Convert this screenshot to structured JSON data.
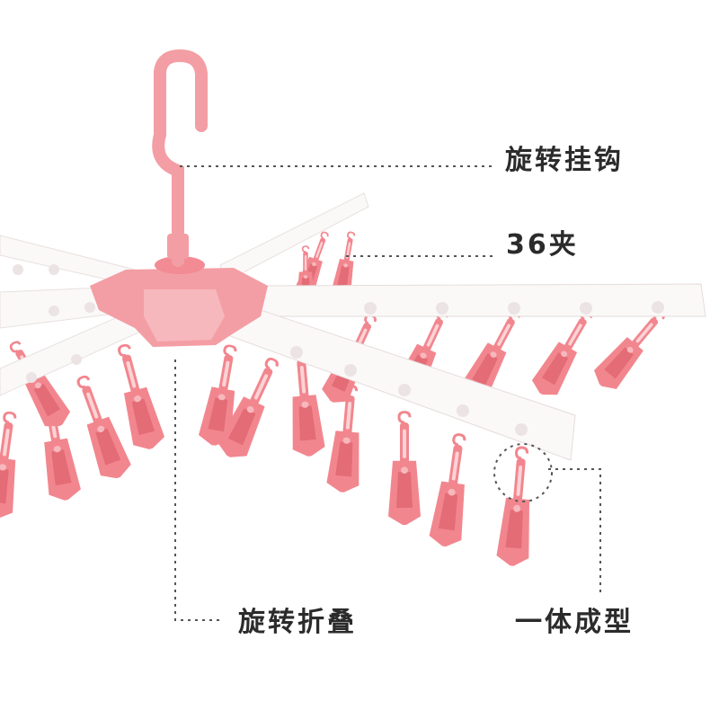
{
  "callouts": {
    "rotating_hook": "旋转挂钩",
    "clip_count": "36夹",
    "rotating_fold": "旋转折叠",
    "one_piece": "一体成型"
  },
  "colors": {
    "background": "#ffffff",
    "clip_pink": "#f2868e",
    "hub_pink": "#f39ea4",
    "arm_white": "#fbf8f8",
    "text": "#2b2b2b"
  },
  "icons": [
    "hook",
    "hub",
    "arm",
    "clip"
  ]
}
